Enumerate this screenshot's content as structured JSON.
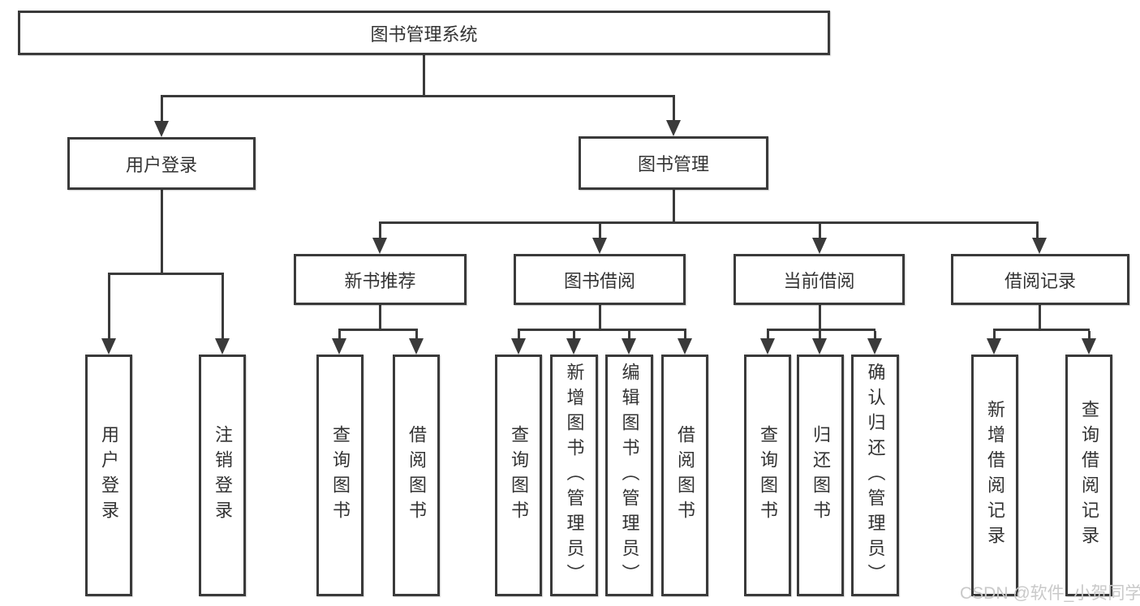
{
  "tree": {
    "root": {
      "label": "图书管理系统",
      "children": [
        {
          "label": "用户登录",
          "children": [
            {
              "label": "用户登录"
            },
            {
              "label": "注销登录"
            }
          ]
        },
        {
          "label": "图书管理",
          "children": [
            {
              "label": "新书推荐",
              "children": [
                {
                  "label": "查询图书"
                },
                {
                  "label": "借阅图书"
                }
              ]
            },
            {
              "label": "图书借阅",
              "children": [
                {
                  "label": "查询图书"
                },
                {
                  "label": "新增图书（管理员）"
                },
                {
                  "label": "编辑图书（管理员）"
                },
                {
                  "label": "借阅图书"
                }
              ]
            },
            {
              "label": "当前借阅",
              "children": [
                {
                  "label": "查询图书"
                },
                {
                  "label": "归还图书"
                },
                {
                  "label": "确认归还（管理员）"
                }
              ]
            },
            {
              "label": "借阅记录",
              "children": [
                {
                  "label": "新增借阅记录"
                },
                {
                  "label": "查询借阅记录"
                }
              ]
            }
          ]
        }
      ]
    }
  },
  "watermark": {
    "text": "CSDN @软件_小贺同学"
  },
  "colors": {
    "line": "#3a3a3a",
    "text": "#333333",
    "box_fill": "#ffffff",
    "background": "#ffffff",
    "watermark": "#c9c9c9"
  }
}
